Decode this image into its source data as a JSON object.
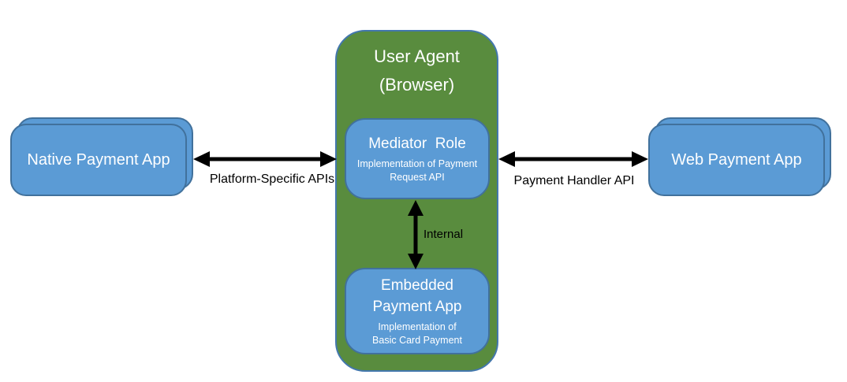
{
  "user_agent": {
    "title": "User Agent\n(Browser)"
  },
  "mediator": {
    "title": "Mediator  Role",
    "subtitle": "Implementation of Payment\nRequest API"
  },
  "embedded": {
    "title": "Embedded\nPayment App",
    "subtitle": "Implementation of\nBasic Card Payment"
  },
  "native": {
    "title": "Native Payment App"
  },
  "web": {
    "title": "Web Payment App"
  },
  "connections": {
    "platform_apis_label": "Platform-Specific APIs",
    "payment_handler_label": "Payment Handler API",
    "internal_label": "Internal"
  },
  "colors": {
    "container_green": "#598c3e",
    "container_border": "#4377ad",
    "node_blue": "#5b9bd5",
    "node_border": "#41719c",
    "arrow_color": "#000000",
    "node_text": "#ffffff",
    "label_text": "#000000"
  }
}
